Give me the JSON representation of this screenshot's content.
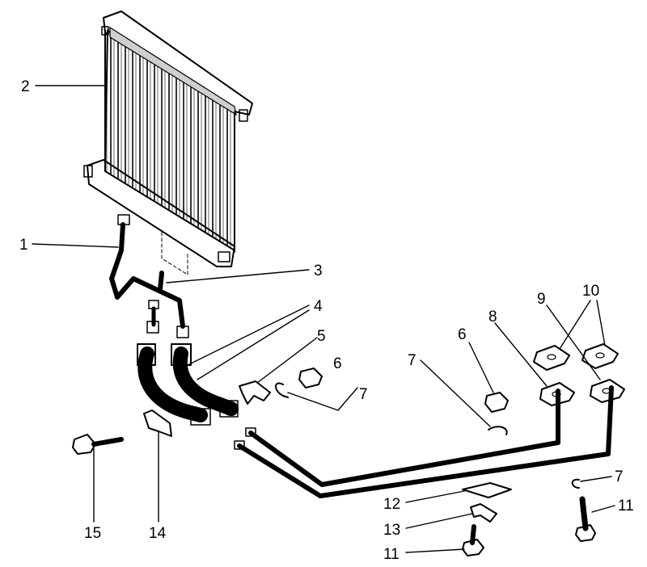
{
  "callouts": {
    "c1": "1",
    "c2": "2",
    "c3": "3",
    "c4": "4",
    "c5": "5",
    "c6a": "6",
    "c6b": "6",
    "c7a": "7",
    "c7b": "7",
    "c7c": "7",
    "c8": "8",
    "c9": "9",
    "c10": "10",
    "c11a": "11",
    "c11b": "11",
    "c12": "12",
    "c13": "13",
    "c14": "14",
    "c15": "15"
  },
  "colors": {
    "ink": "#000000",
    "paper": "#ffffff",
    "shade": "#9a9a9a"
  }
}
